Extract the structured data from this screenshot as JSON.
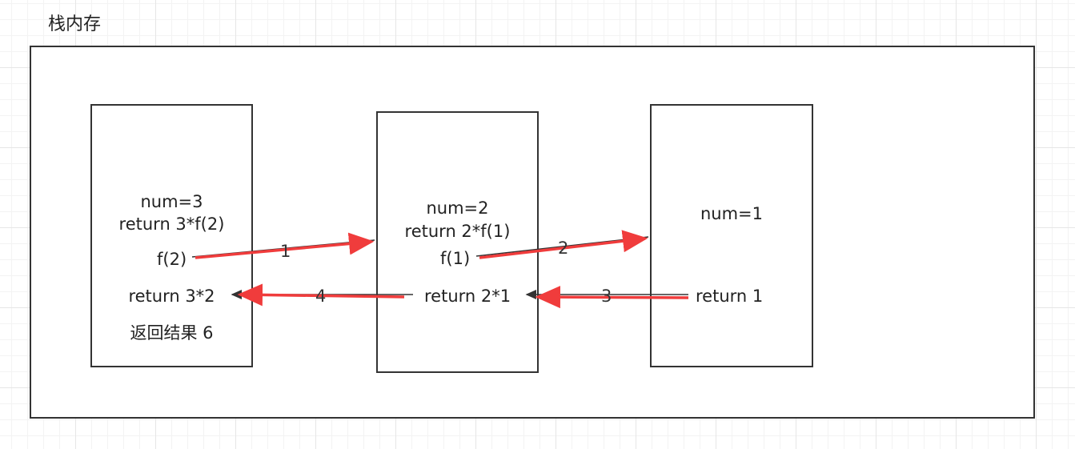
{
  "title": "栈内存",
  "frames": [
    {
      "num": "num=3",
      "ret": "return 3*f(2)",
      "call": "f(2)",
      "result": "return 3*2",
      "final": "返回结果 6"
    },
    {
      "num": "num=2",
      "ret": "return 2*f(1)",
      "call": "f(1)",
      "result": "return 2*1"
    },
    {
      "num": "num=1",
      "result": "return 1"
    }
  ],
  "steps": [
    "1",
    "2",
    "3",
    "4"
  ],
  "colors": {
    "arrow": "#f03c3c",
    "line": "#333333",
    "border": "#333333"
  }
}
